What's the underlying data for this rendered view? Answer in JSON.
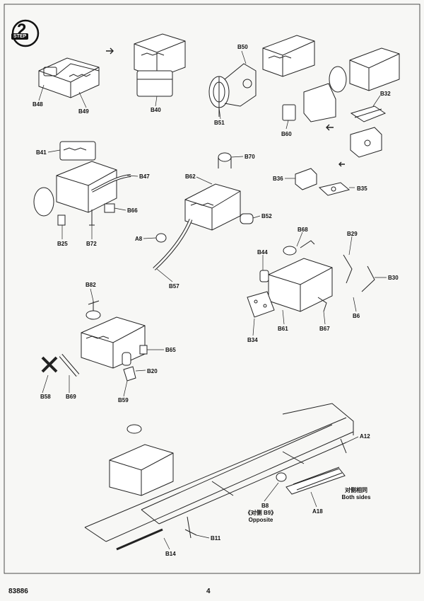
{
  "step": {
    "number": "2",
    "label": "STEP"
  },
  "parts": {
    "B48": "B48",
    "B49": "B49",
    "B40": "B40",
    "B50": "B50",
    "B51": "B51",
    "B60": "B60",
    "B32": "B32",
    "B41": "B41",
    "B47": "B47",
    "B66": "B66",
    "B25": "B25",
    "B72": "B72",
    "B70": "B70",
    "B62": "B62",
    "A8": "A8",
    "B52": "B52",
    "B57": "B57",
    "B36": "B36",
    "B35": "B35",
    "B68": "B68",
    "B29": "B29",
    "B44": "B44",
    "B30": "B30",
    "B6": "B6",
    "B61": "B61",
    "B67": "B67",
    "B34": "B34",
    "B82": "B82",
    "B65": "B65",
    "B20": "B20",
    "B58": "B58",
    "B69": "B69",
    "B59": "B59",
    "A12": "A12",
    "B8": "B8",
    "A18": "A18",
    "B11": "B11",
    "B14": "B14"
  },
  "notes": {
    "b9": "《对侧 B9》",
    "opposite": "Opposite",
    "both_cn": "对侧相同",
    "both_en": "Both sides"
  },
  "footer": {
    "code": "83886",
    "page": "4"
  }
}
